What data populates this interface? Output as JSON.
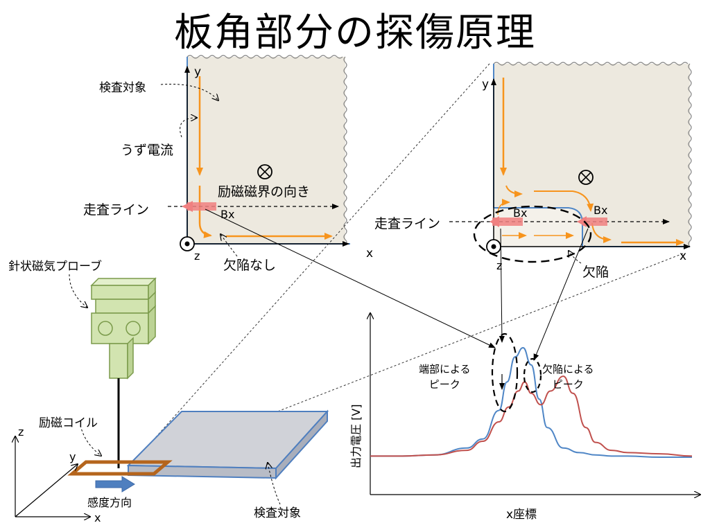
{
  "title": "板角部分の探傷原理",
  "labels": {
    "inspection_target": "検査対象",
    "eddy_current": "うず電流",
    "excitation_field_direction": "励磁磁界の向き",
    "scan_line": "走査ライン",
    "bx": "Bx",
    "no_defect": "欠陥なし",
    "defect": "欠陥",
    "needle_probe": "針状磁気プローブ",
    "excitation_coil": "励磁コイル",
    "sensitivity_direction": "感度方向",
    "inspection_target_plate": "検査対象",
    "edge_peak": "端部による\nピーク",
    "defect_peak": "欠陥による\nピーク",
    "ylabel": "出力電圧 [V]",
    "xlabel": "x座標"
  },
  "axes": {
    "x": "x",
    "y": "y",
    "z": "z"
  },
  "symbols": {
    "into_page": "⊗"
  },
  "colors": {
    "plate_fill": "#ede9df",
    "eddy_arrow": "#f7941d",
    "bx_marker": "#f08080",
    "probe_green": "#d2e4b0",
    "probe_outline": "#7a9a4a",
    "coil": "#b5651d",
    "sense_arrow": "#4f7fbf",
    "plate3d_top": "#d0d2d8",
    "plate3d_edge": "#4f7fbf",
    "curve_blue": "#4f86c6",
    "curve_red": "#c0504d",
    "plate_edge_blue": "#4f86c6"
  },
  "chart_data": {
    "type": "line",
    "title": "",
    "xlabel": "x座標",
    "ylabel": "出力電圧 [V]",
    "x_ticks": [],
    "y_ticks": [],
    "series": [
      {
        "color": "#4f86c6",
        "x": [
          0,
          1,
          2,
          3,
          3.5,
          4,
          4.25,
          4.5,
          4.75,
          5,
          5.25,
          5.5,
          6,
          6.5,
          7,
          7.5,
          8,
          9,
          10
        ],
        "y": [
          0.05,
          0.05,
          0.06,
          0.12,
          0.2,
          0.45,
          0.7,
          0.92,
          1.0,
          0.85,
          0.55,
          0.3,
          0.12,
          0.08,
          0.06,
          0.05,
          0.05,
          0.04,
          0.04
        ]
      },
      {
        "color": "#c0504d",
        "x": [
          0,
          1,
          2,
          3,
          3.5,
          4,
          4.3,
          4.6,
          4.8,
          5,
          5.3,
          5.6,
          6,
          6.3,
          6.7,
          7,
          7.5,
          8,
          9,
          10
        ],
        "y": [
          0.05,
          0.05,
          0.06,
          0.1,
          0.18,
          0.35,
          0.48,
          0.62,
          0.7,
          0.6,
          0.5,
          0.62,
          0.75,
          0.6,
          0.3,
          0.17,
          0.1,
          0.08,
          0.07,
          0.05
        ]
      }
    ]
  }
}
